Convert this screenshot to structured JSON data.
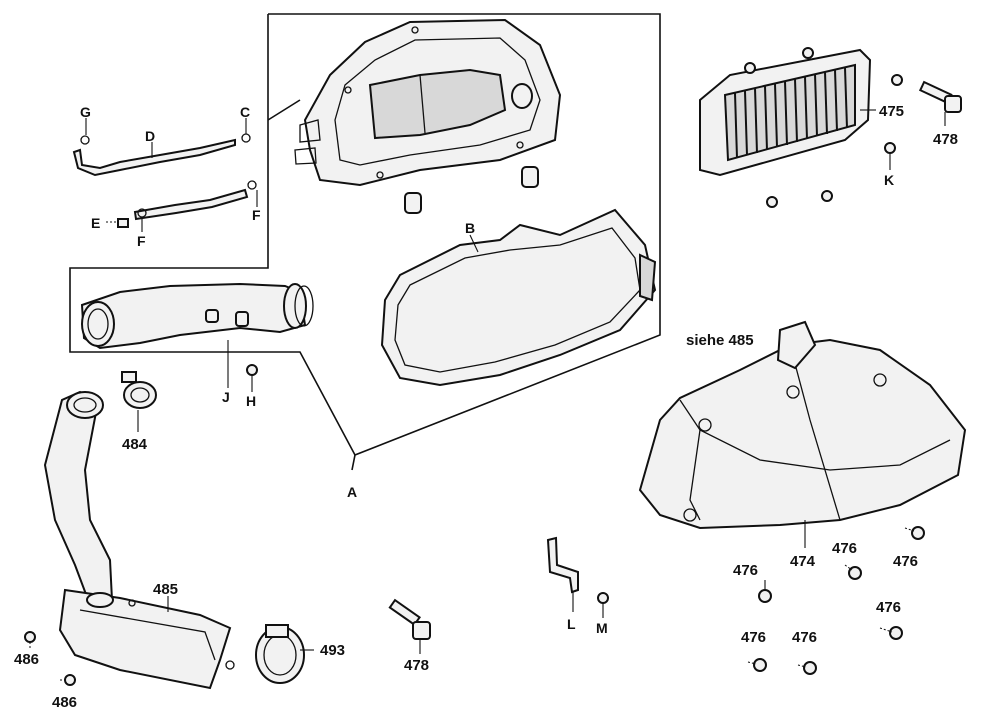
{
  "callouts": {
    "A": "A",
    "B": "B",
    "C": "C",
    "D": "D",
    "E": "E",
    "F1": "F",
    "F2": "F",
    "G": "G",
    "H": "H",
    "J": "J",
    "K": "K",
    "L": "L",
    "M": "M",
    "p474": "474",
    "p475": "475",
    "p476a": "476",
    "p476b": "476",
    "p476c": "476",
    "p476d": "476",
    "p476e": "476",
    "p476f": "476",
    "p478a": "478",
    "p478b": "478",
    "p484": "484",
    "p485": "485",
    "p486a": "486",
    "p486b": "486",
    "p493": "493"
  },
  "note": "siehe 485"
}
